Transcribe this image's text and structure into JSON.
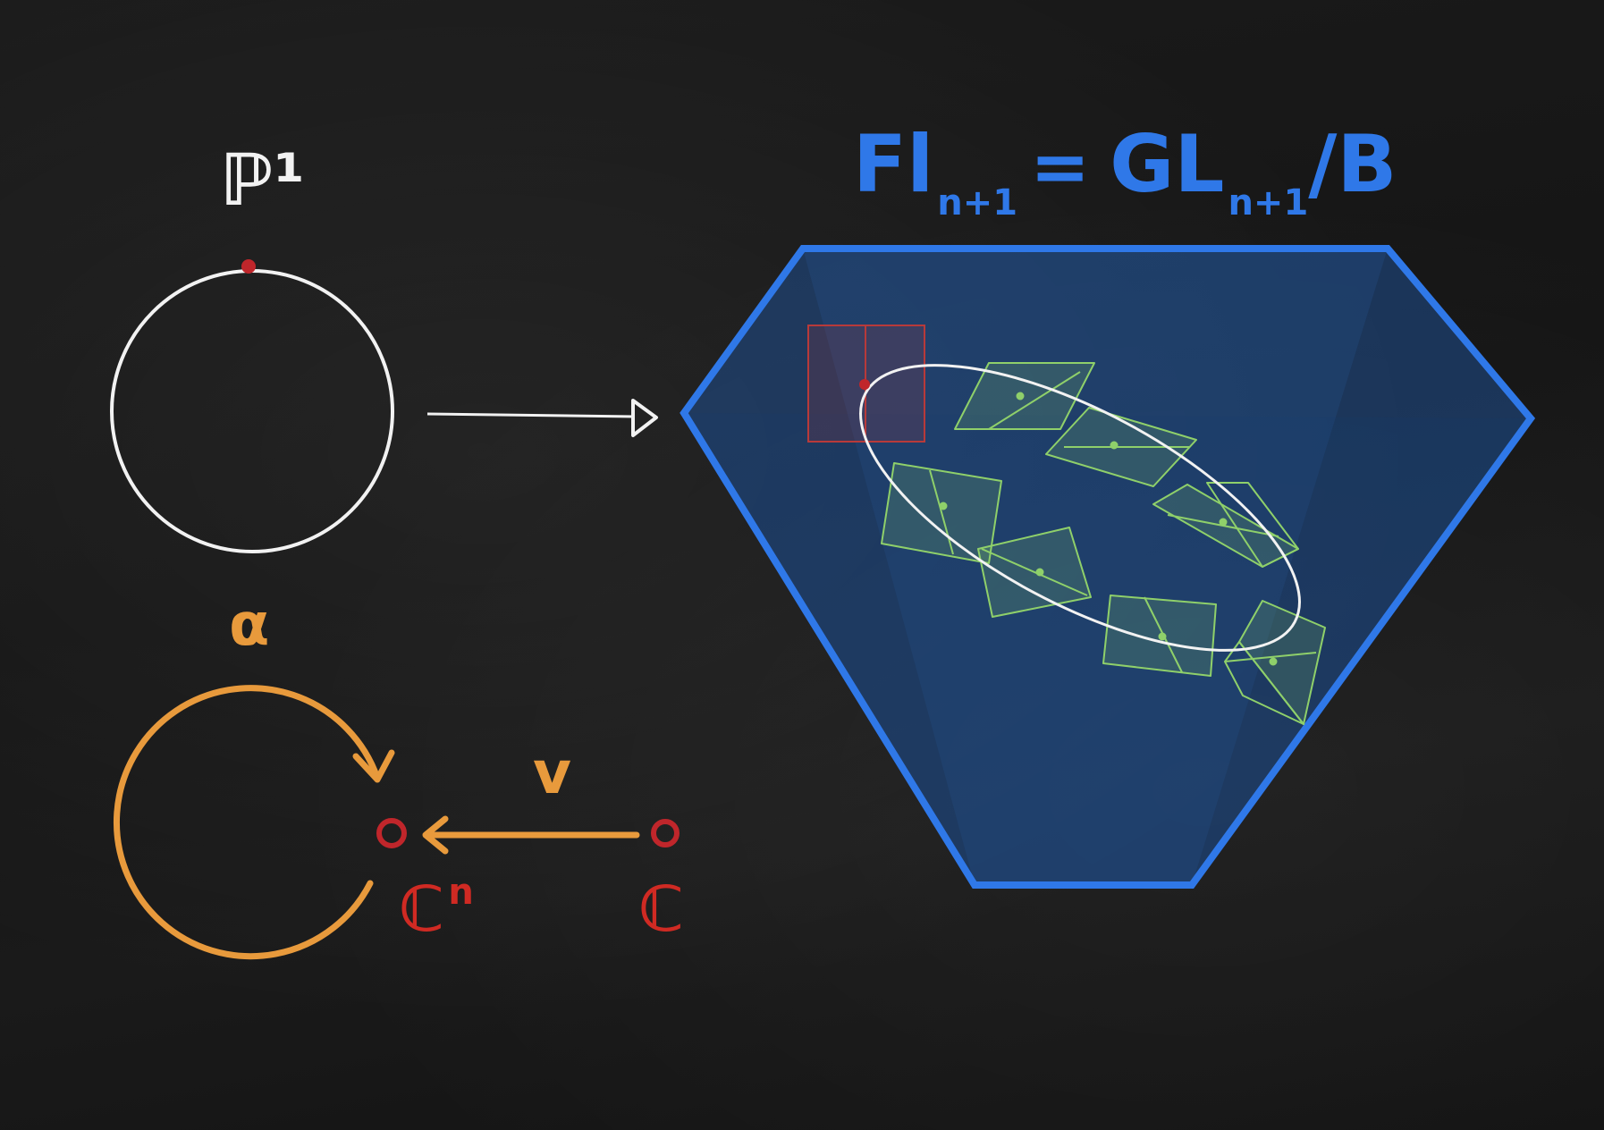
{
  "labels": {
    "projective_line": "ℙ¹",
    "flag_lhs": "Fl",
    "flag_lhs_sub": "n+1",
    "flag_eq": "=",
    "flag_rhs": "GL",
    "flag_rhs_sub": "n+1",
    "flag_quot": "/B",
    "alpha": "α",
    "v": "v",
    "cn_base": "ℂ",
    "cn_sup": "n",
    "c": "ℂ"
  },
  "colors": {
    "white": "#f2f2f2",
    "red_point": "#c0262b",
    "red_label": "#d02a23",
    "orange": "#e89a3c",
    "blue": "#2f78e8",
    "blue_fill": "#1f4f8f",
    "green": "#8fd06a",
    "red_box": "#b83a3a"
  }
}
